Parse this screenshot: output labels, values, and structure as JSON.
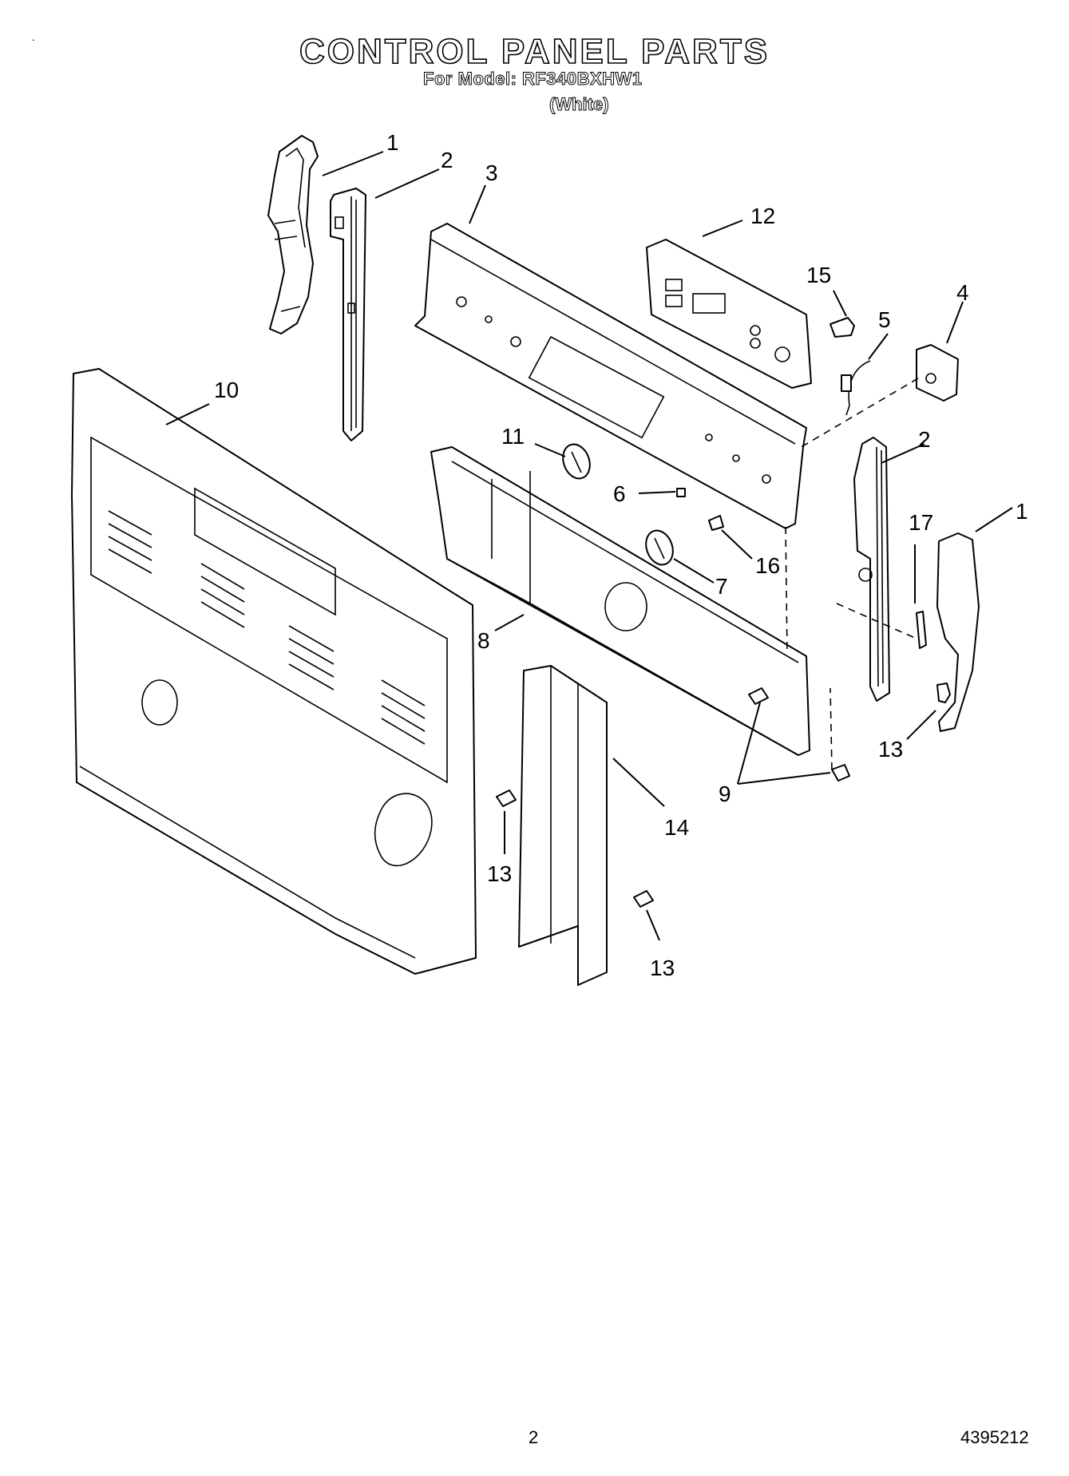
{
  "header": {
    "title": "CONTROL PANEL PARTS",
    "model_line": "For Model: RF340BXHW1",
    "color_line": "(White)"
  },
  "footer": {
    "page_number": "2",
    "document_number": "4395212"
  },
  "corner_mark": ".",
  "callouts": {
    "c1a": "1",
    "c2a": "2",
    "c3": "3",
    "c12": "12",
    "c15": "15",
    "c5": "5",
    "c4": "4",
    "c10": "10",
    "c11": "11",
    "c2b": "2",
    "c6": "6",
    "c17": "17",
    "c1b": "1",
    "c16": "16",
    "c7": "7",
    "c8": "8",
    "c13a": "13",
    "c9": "9",
    "c14": "14",
    "c13b": "13",
    "c13c": "13"
  }
}
